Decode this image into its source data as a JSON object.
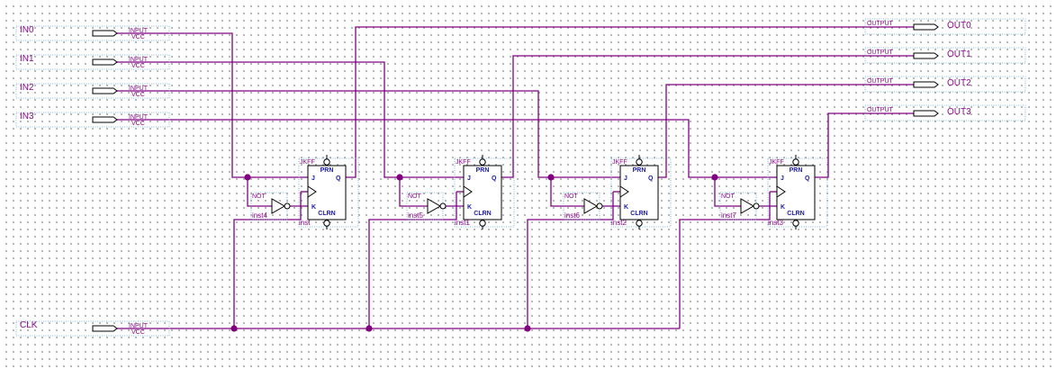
{
  "inputs": [
    {
      "name": "IN0",
      "type": "INPUT",
      "default": "VCC"
    },
    {
      "name": "IN1",
      "type": "INPUT",
      "default": "VCC"
    },
    {
      "name": "IN2",
      "type": "INPUT",
      "default": "VCC"
    },
    {
      "name": "IN3",
      "type": "INPUT",
      "default": "VCC"
    },
    {
      "name": "CLK",
      "type": "INPUT",
      "default": "VCC"
    }
  ],
  "outputs": [
    {
      "name": "OUT0",
      "type": "OUTPUT"
    },
    {
      "name": "OUT1",
      "type": "OUTPUT"
    },
    {
      "name": "OUT2",
      "type": "OUTPUT"
    },
    {
      "name": "OUT3",
      "type": "OUTPUT"
    }
  ],
  "flipflops": [
    {
      "type": "JKFF",
      "instance": "inst",
      "prn": "PRN",
      "clrn": "CLRN",
      "j": "J",
      "k": "K",
      "q": "Q"
    },
    {
      "type": "JKFF",
      "instance": "inst1",
      "prn": "PRN",
      "clrn": "CLRN",
      "j": "J",
      "k": "K",
      "q": "Q"
    },
    {
      "type": "JKFF",
      "instance": "inst2",
      "prn": "PRN",
      "clrn": "CLRN",
      "j": "J",
      "k": "K",
      "q": "Q"
    },
    {
      "type": "JKFF",
      "instance": "inst3",
      "prn": "PRN",
      "clrn": "CLRN",
      "j": "J",
      "k": "K",
      "q": "Q"
    }
  ],
  "inverters": [
    {
      "type": "NOT",
      "instance": "inst4"
    },
    {
      "type": "NOT",
      "instance": "inst5"
    },
    {
      "type": "NOT",
      "instance": "inst6"
    },
    {
      "type": "NOT",
      "instance": "inst7"
    }
  ],
  "colors": {
    "wire": "#800080",
    "symbol": "#000000",
    "blue_text": "#1a1aa8",
    "dotted_box": "#5aa0c8"
  }
}
